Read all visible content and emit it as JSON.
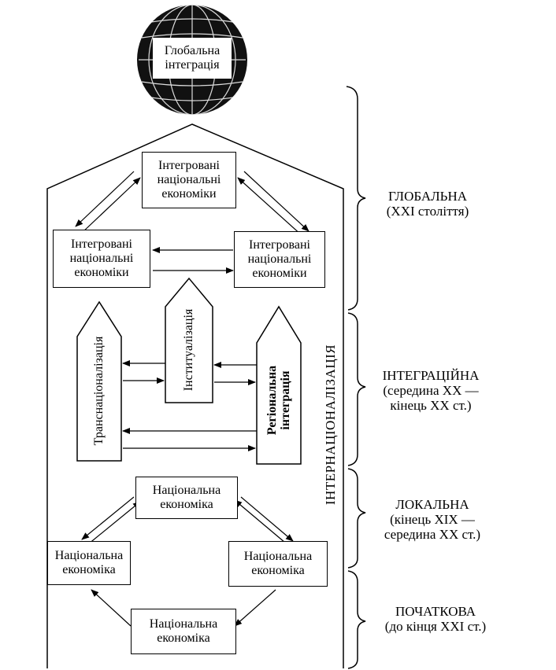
{
  "globe": {
    "line1": "Глобальна",
    "line2": "інтеграція"
  },
  "top_boxes": {
    "top": [
      "Інтегровані",
      "національні",
      "економіки"
    ],
    "left": [
      "Інтегровані",
      "національні",
      "економіки"
    ],
    "right": [
      "Інтегровані",
      "національні",
      "економіки"
    ]
  },
  "arrows_vertical": {
    "left": "Транснаціоналізація",
    "middle": "Інституалізація",
    "right_line1": "Регіональна",
    "right_line2": "інтеграція"
  },
  "bottom_boxes": {
    "top": [
      "Національна",
      "економіка"
    ],
    "left": [
      "Національна",
      "економіка"
    ],
    "right": [
      "Національна",
      "економіка"
    ],
    "bottom": [
      "Національна",
      "економіка"
    ]
  },
  "side_label": "ІНТЕРНАЦІОНАЛІЗАЦІЯ",
  "stages": [
    {
      "title": "ГЛОБАЛЬНА",
      "sub1": "(XXI століття)",
      "sub2": ""
    },
    {
      "title": "ІНТЕГРАЦІЙНА",
      "sub1": "(середина XX —",
      "sub2": "кінець XX ст.)"
    },
    {
      "title": "ЛОКАЛЬНА",
      "sub1": "(кінець XIX —",
      "sub2": "середина XX ст.)"
    },
    {
      "title": "ПОЧАТКОВА",
      "sub1": "(до кінця XXI ст.)",
      "sub2": ""
    }
  ]
}
